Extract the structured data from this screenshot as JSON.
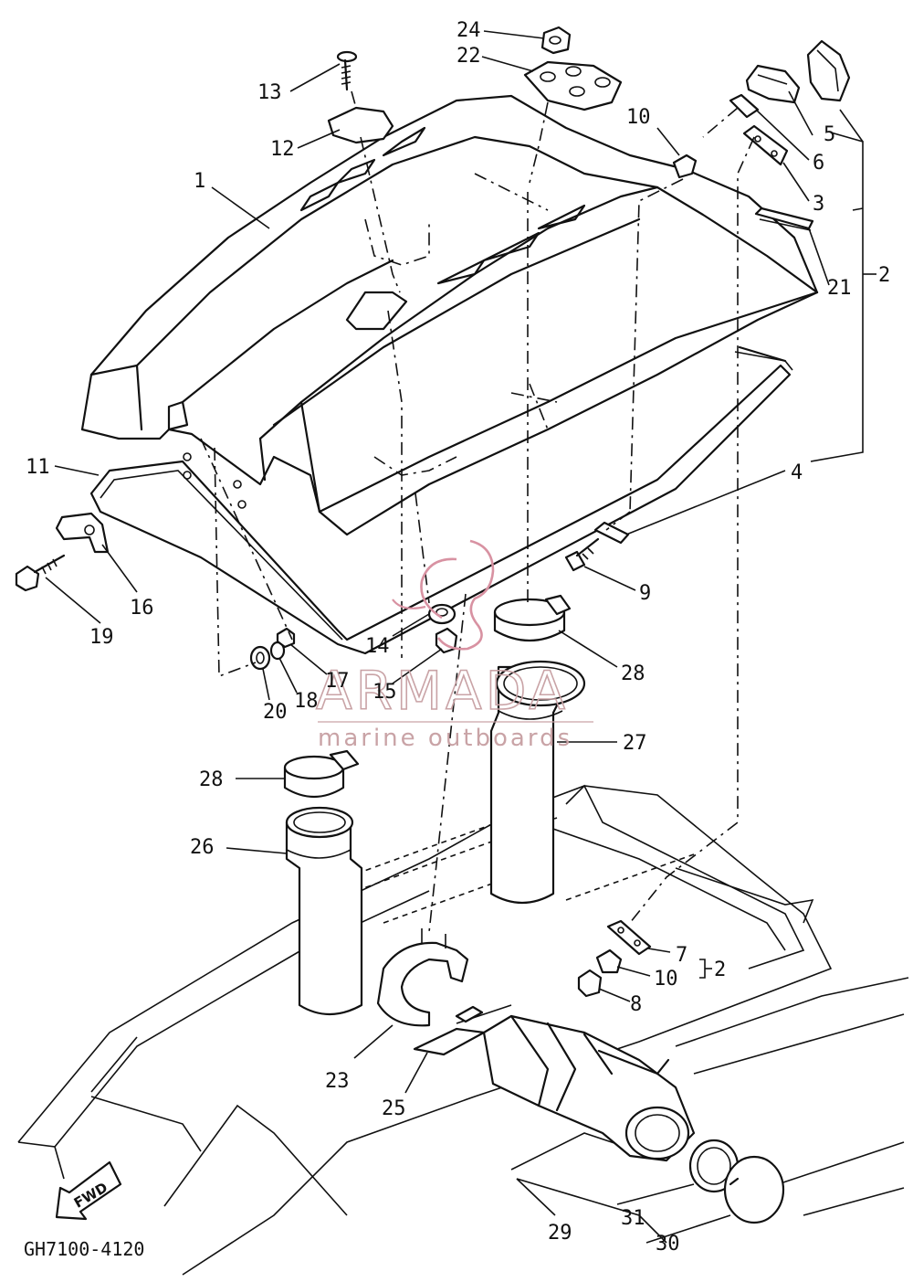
{
  "diagram": {
    "drawing_code": "GH7100-4120",
    "fwd_label": "FWD",
    "watermark": {
      "brand": "ARMADA",
      "tagline": "marine outboards",
      "color": "#c9a3a6"
    },
    "callouts": [
      {
        "id": "c1",
        "label": "1"
      },
      {
        "id": "c2a",
        "label": "2"
      },
      {
        "id": "c2b",
        "label": "2"
      },
      {
        "id": "c3",
        "label": "3"
      },
      {
        "id": "c4",
        "label": "4"
      },
      {
        "id": "c5",
        "label": "5"
      },
      {
        "id": "c6",
        "label": "6"
      },
      {
        "id": "c7",
        "label": "7"
      },
      {
        "id": "c8",
        "label": "8"
      },
      {
        "id": "c9",
        "label": "9"
      },
      {
        "id": "c10a",
        "label": "10"
      },
      {
        "id": "c10b",
        "label": "10"
      },
      {
        "id": "c11",
        "label": "11"
      },
      {
        "id": "c12",
        "label": "12"
      },
      {
        "id": "c13",
        "label": "13"
      },
      {
        "id": "c14",
        "label": "14"
      },
      {
        "id": "c15",
        "label": "15"
      },
      {
        "id": "c16",
        "label": "16"
      },
      {
        "id": "c17",
        "label": "17"
      },
      {
        "id": "c18",
        "label": "18"
      },
      {
        "id": "c19",
        "label": "19"
      },
      {
        "id": "c20",
        "label": "20"
      },
      {
        "id": "c21",
        "label": "21"
      },
      {
        "id": "c22",
        "label": "22"
      },
      {
        "id": "c23",
        "label": "23"
      },
      {
        "id": "c24",
        "label": "24"
      },
      {
        "id": "c25",
        "label": "25"
      },
      {
        "id": "c26",
        "label": "26"
      },
      {
        "id": "c27",
        "label": "27"
      },
      {
        "id": "c28a",
        "label": "28"
      },
      {
        "id": "c28b",
        "label": "28"
      },
      {
        "id": "c29",
        "label": "29"
      },
      {
        "id": "c30",
        "label": "30"
      },
      {
        "id": "c31",
        "label": "31"
      }
    ]
  }
}
